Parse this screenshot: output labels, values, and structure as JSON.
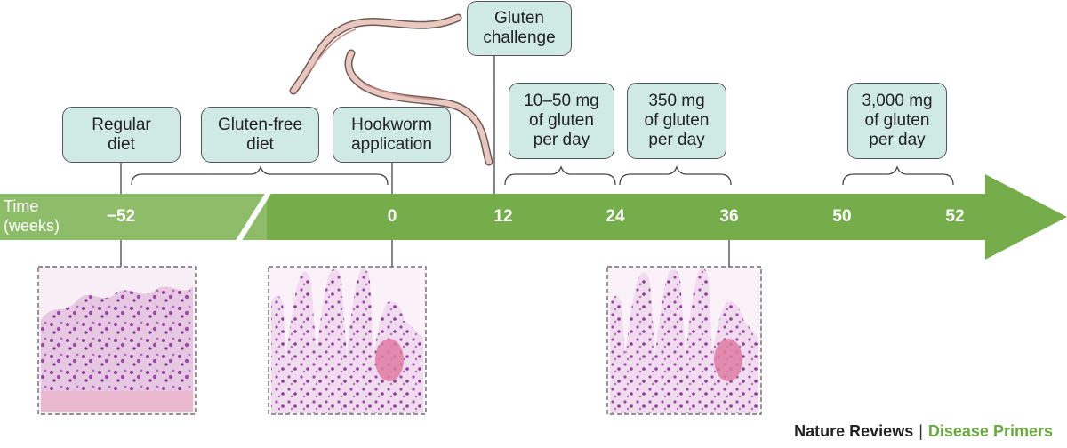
{
  "timeline": {
    "axis_label_line1": "Time",
    "axis_label_line2": "(weeks)",
    "ticks": [
      "−52",
      "0",
      "12",
      "24",
      "36",
      "50",
      "52"
    ],
    "arrow_color": "#74ad4a"
  },
  "boxes": {
    "regular_diet": [
      "Regular",
      "diet"
    ],
    "gluten_free_diet": [
      "Gluten-free",
      "diet"
    ],
    "hookworm_application": [
      "Hookworm",
      "application"
    ],
    "gluten_challenge": [
      "Gluten",
      "challenge"
    ],
    "dose_10_50": [
      "10–50 mg",
      "of gluten",
      "per day"
    ],
    "dose_350": [
      "350 mg",
      "of gluten",
      "per day"
    ],
    "dose_3000": [
      "3,000 mg",
      "of gluten",
      "per day"
    ]
  },
  "biopsies": [
    {
      "name": "biopsy-week-minus52",
      "appearance": "flattened mucosa"
    },
    {
      "name": "biopsy-week-0",
      "appearance": "normal villi"
    },
    {
      "name": "biopsy-week-36",
      "appearance": "normal villi"
    }
  ],
  "icons": [
    "hookworm-icon",
    "hookworm-icon"
  ],
  "footer": {
    "journal": "Nature Reviews",
    "separator": "|",
    "series": "Disease Primers"
  }
}
